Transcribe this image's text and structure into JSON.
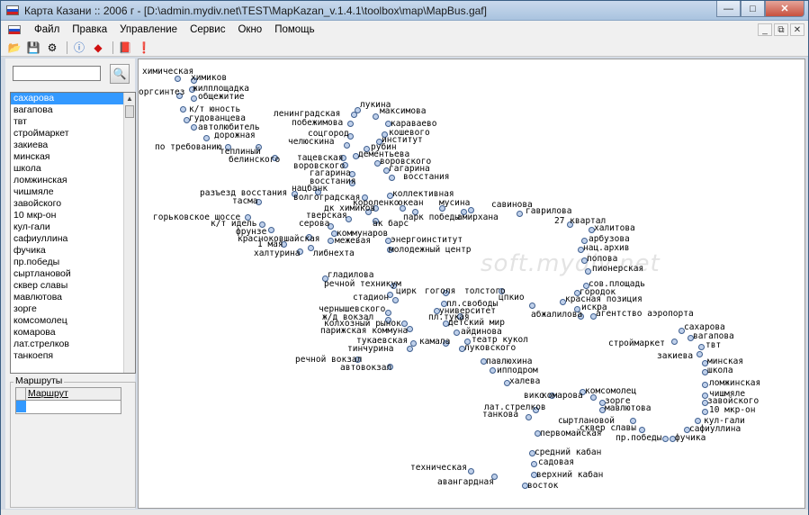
{
  "window": {
    "title": "Карта Казани :: 2006 г - [D:\\admin.mydiv.net\\TEST\\MapKazan_v.1.4.1\\toolbox\\map\\MapBus.gaf]",
    "controls": {
      "minimize": "—",
      "maximize": "□",
      "close": "✕"
    }
  },
  "menu": [
    "Файл",
    "Правка",
    "Управление",
    "Сервис",
    "Окно",
    "Помощь"
  ],
  "mdi_controls": {
    "minimize": "_",
    "restore": "⧉",
    "close": "✕"
  },
  "flag_colors": [
    "#ffffff",
    "#2050c8",
    "#d02020"
  ],
  "toolbar": {
    "icons": [
      "open-folder-icon",
      "save-icon",
      "settings-icon",
      "info-icon",
      "diamond-icon",
      "book-icon",
      "alert-icon"
    ],
    "glyphs": [
      "📂",
      "💾",
      "⚙",
      "ⓘ",
      "◆",
      "📕",
      "❗"
    ]
  },
  "search": {
    "value": "",
    "find_glyph": "🔍"
  },
  "stops": [
    "сахарова",
    "вагапова",
    "твт",
    "строймаркет",
    "закиева",
    "минская",
    "школа",
    "ломжинская",
    "чишмяле",
    "завойского",
    "10 мкр-он",
    "кул-гали",
    "сафиуллина",
    "фучика",
    "пр.победы",
    "сыртлановой",
    "сквер славы",
    "мавлютова",
    "зорге",
    "комсомолец",
    "комарова",
    "лат.стрелков",
    "танкоепя"
  ],
  "selected_stop": "сахарова",
  "routes": {
    "legend": "Маршруты",
    "column": "Маршрут"
  },
  "watermark": "soft.mydiv.net",
  "map_labels": [
    [
      "химическая",
      4,
      8,
      40,
      18
    ],
    [
      "химиков",
      58,
      15,
      58,
      20
    ],
    [
      "жилплощадка",
      60,
      27,
      56,
      30
    ],
    [
      "оргсинтез",
      0,
      31,
      42,
      37
    ],
    [
      "общежитие",
      66,
      36,
      58,
      40
    ],
    [
      "к/т юность",
      56,
      50,
      46,
      52
    ],
    [
      "гудованцева",
      56,
      60,
      50,
      64
    ],
    [
      "автолюбитель",
      66,
      70,
      58,
      72
    ],
    [
      "дорожная",
      84,
      79,
      72,
      84
    ],
    [
      "по требованию",
      18,
      92,
      96,
      94
    ],
    [
      "теплиный",
      90,
      97,
      130,
      94
    ],
    [
      "белинского",
      100,
      106,
      148,
      106
    ],
    [
      "лукина",
      246,
      45,
      240,
      53
    ],
    [
      "ленинградская",
      150,
      55,
      236,
      58
    ],
    [
      "максимова",
      268,
      52,
      260,
      60
    ],
    [
      "побежимова",
      170,
      65,
      232,
      68
    ],
    [
      "караваево",
      280,
      66,
      274,
      68
    ],
    [
      "кошевого",
      278,
      76,
      270,
      80
    ],
    [
      "соцгород",
      188,
      77,
      232,
      82
    ],
    [
      "институт",
      270,
      84,
      264,
      88
    ],
    [
      "челюскина",
      166,
      86,
      228,
      92
    ],
    [
      "рубин",
      258,
      92,
      250,
      96
    ],
    [
      "дементьева",
      244,
      100,
      238,
      104
    ],
    [
      "тацевская",
      176,
      104,
      224,
      106
    ],
    [
      "воровского",
      268,
      108,
      262,
      112
    ],
    [
      "воровского",
      172,
      113,
      226,
      114
    ],
    [
      "гагарина",
      278,
      116,
      272,
      120
    ],
    [
      "гагарина",
      190,
      121,
      234,
      124
    ],
    [
      "восстания",
      294,
      125,
      278,
      128
    ],
    [
      "восстания",
      190,
      130,
      234,
      134
    ],
    [
      "нацбанк",
      170,
      138,
      196,
      144
    ],
    [
      "разъезд восстания",
      68,
      143,
      170,
      146
    ],
    [
      "коллективная",
      282,
      144,
      276,
      148
    ],
    [
      "волгоградская",
      172,
      148,
      248,
      150
    ],
    [
      "тасма",
      104,
      152,
      130,
      155
    ],
    [
      "короленко",
      238,
      154,
      260,
      162
    ],
    [
      "океан",
      288,
      154,
      290,
      162
    ],
    [
      "мусина",
      334,
      154,
      334,
      162
    ],
    [
      "савинова",
      392,
      156,
      366,
      164
    ],
    [
      "дк химиков",
      206,
      160,
      252,
      166
    ],
    [
      "гаврилова",
      430,
      163,
      420,
      168
    ],
    [
      "горьковское шоссе",
      16,
      170,
      118,
      172
    ],
    [
      "тверская",
      186,
      168,
      230,
      174
    ],
    [
      "парк победы",
      294,
      170,
      304,
      166
    ],
    [
      "амирхана",
      354,
      170,
      358,
      166
    ],
    [
      "к/т идель",
      80,
      177,
      134,
      180
    ],
    [
      "серова",
      178,
      177,
      210,
      182
    ],
    [
      "ак барс",
      260,
      177,
      260,
      176
    ],
    [
      "27 квартал",
      462,
      174,
      476,
      180
    ],
    [
      "халитова",
      506,
      182,
      500,
      186
    ],
    [
      "фрунзе",
      108,
      186,
      144,
      186
    ],
    [
      "коммунаров",
      220,
      188,
      214,
      190
    ],
    [
      "красноковшайская",
      110,
      194,
      186,
      194
    ],
    [
      "межевая",
      218,
      196,
      210,
      198
    ],
    [
      "энергоинститут",
      280,
      195,
      274,
      198
    ],
    [
      "арбузова",
      500,
      194,
      492,
      198
    ],
    [
      "1 мая",
      132,
      200,
      158,
      202
    ],
    [
      "либнехта",
      194,
      210,
      188,
      206
    ],
    [
      "халтурина",
      128,
      210,
      176,
      210
    ],
    [
      "молодежный центр",
      278,
      206,
      276,
      208
    ],
    [
      "нац.архив",
      494,
      204,
      488,
      208
    ],
    [
      "попова",
      498,
      216,
      492,
      220
    ],
    [
      "пионерская",
      504,
      227,
      496,
      232
    ],
    [
      "гладилова",
      210,
      234,
      204,
      240
    ],
    [
      "речной техникум",
      206,
      244,
      280,
      248
    ],
    [
      "сов.площадь",
      500,
      244,
      494,
      248
    ],
    [
      "цирк",
      286,
      252,
      276,
      258
    ],
    [
      "гоголя",
      318,
      252,
      338,
      256
    ],
    [
      "толстого",
      362,
      252,
      400,
      254
    ],
    [
      "городок",
      490,
      253,
      484,
      256
    ],
    [
      "стадион",
      238,
      259,
      282,
      264
    ],
    [
      "цпкио",
      400,
      259,
      434,
      270
    ],
    [
      "пл.свободы",
      342,
      266,
      336,
      268
    ],
    [
      "красная позиция",
      474,
      261,
      468,
      266
    ],
    [
      "чернышевского",
      200,
      272,
      274,
      278
    ],
    [
      "университет",
      334,
      274,
      328,
      276
    ],
    [
      "искра",
      492,
      270,
      484,
      274
    ],
    [
      "ж/д вокзал",
      204,
      281,
      274,
      286
    ],
    [
      "пл.тукая",
      322,
      281,
      354,
      282
    ],
    [
      "абжалилова",
      436,
      278,
      488,
      282
    ],
    [
      "агентство аэропорта",
      508,
      277,
      502,
      282
    ],
    [
      "колхозный рынок",
      206,
      288,
      292,
      290
    ],
    [
      "детский мир",
      344,
      287,
      338,
      290
    ],
    [
      "парижская коммуна",
      202,
      296,
      298,
      296
    ],
    [
      "айдинова",
      358,
      297,
      350,
      300
    ],
    [
      "тукаевская",
      242,
      307,
      302,
      312
    ],
    [
      "камала",
      312,
      308,
      338,
      312
    ],
    [
      "театр кукол",
      370,
      306,
      362,
      310
    ],
    [
      "сахарова",
      606,
      292,
      600,
      298
    ],
    [
      "вагапова",
      616,
      302,
      610,
      306
    ],
    [
      "тинчурина",
      232,
      316,
      298,
      318
    ],
    [
      "луковского",
      362,
      315,
      356,
      318
    ],
    [
      "строймаркет",
      522,
      310,
      592,
      310
    ],
    [
      "твт",
      630,
      312,
      622,
      316
    ],
    [
      "закиева",
      576,
      324,
      620,
      324
    ],
    [
      "речной вокзал",
      174,
      328,
      240,
      330
    ],
    [
      "павлюхина",
      386,
      330,
      380,
      332
    ],
    [
      "минская",
      632,
      330,
      626,
      334
    ],
    [
      "автовокзал",
      224,
      337,
      276,
      338
    ],
    [
      "школа",
      632,
      340,
      626,
      344
    ],
    [
      "ипподром",
      398,
      340,
      390,
      342
    ],
    [
      "ломжинская",
      634,
      354,
      626,
      358
    ],
    [
      "халева",
      412,
      352,
      406,
      356
    ],
    [
      "комсомолец",
      496,
      363,
      490,
      366
    ],
    [
      "чишмяле",
      634,
      366,
      626,
      370
    ],
    [
      "вико",
      428,
      368,
      456,
      370
    ],
    [
      "комарова",
      448,
      368,
      502,
      372
    ],
    [
      "завойского",
      632,
      374,
      626,
      378
    ],
    [
      "зорге",
      518,
      374,
      512,
      378
    ],
    [
      "лат.стрелков",
      384,
      381,
      438,
      386
    ],
    [
      "мавлютова",
      518,
      382,
      512,
      386
    ],
    [
      "10 мкр-он",
      634,
      384,
      626,
      388
    ],
    [
      "танкова",
      382,
      389,
      430,
      394
    ],
    [
      "кул-гали",
      628,
      396,
      618,
      398
    ],
    [
      "сыртлановой",
      466,
      396,
      546,
      398
    ],
    [
      "сквер славы",
      490,
      404,
      556,
      408
    ],
    [
      "сафиуллина",
      612,
      405,
      606,
      408
    ],
    [
      "первомайская",
      446,
      410,
      440,
      412
    ],
    [
      "пр.победы",
      530,
      415,
      582,
      418
    ],
    [
      "фучика",
      596,
      415,
      590,
      418
    ],
    [
      "средний кабан",
      440,
      431,
      434,
      434
    ],
    [
      "садовая",
      444,
      442,
      436,
      446
    ],
    [
      "техническая",
      302,
      448,
      366,
      454
    ],
    [
      "верхний кабан",
      442,
      456,
      436,
      458
    ],
    [
      "авангардная",
      332,
      464,
      392,
      460
    ],
    [
      "восток",
      432,
      468,
      426,
      470
    ]
  ]
}
